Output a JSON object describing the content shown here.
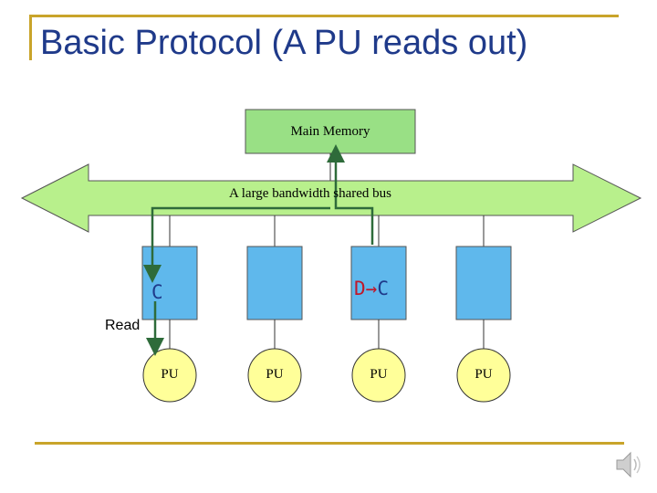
{
  "title": "Basic Protocol (A PU reads out)",
  "diagram": {
    "main_memory_label": "Main Memory",
    "bus_label": "A large bandwidth shared bus",
    "cache_label_1": "C",
    "cache_label_3_d": "D",
    "cache_label_3_arrow": "→",
    "cache_label_3_c": "C",
    "read_label": "Read",
    "pu_labels": [
      "PU",
      "PU",
      "PU",
      "PU"
    ]
  },
  "colors": {
    "title": "#1f3a8a",
    "rule": "#c9a42a",
    "memory_fill": "#99e085",
    "bus_fill": "#b8f08c",
    "cache_fill": "#5fb8ec",
    "pu_fill": "#ffff99",
    "path_line": "#2e6b3a",
    "dirty": "#c0182a"
  },
  "icons": [
    "speaker-icon"
  ]
}
